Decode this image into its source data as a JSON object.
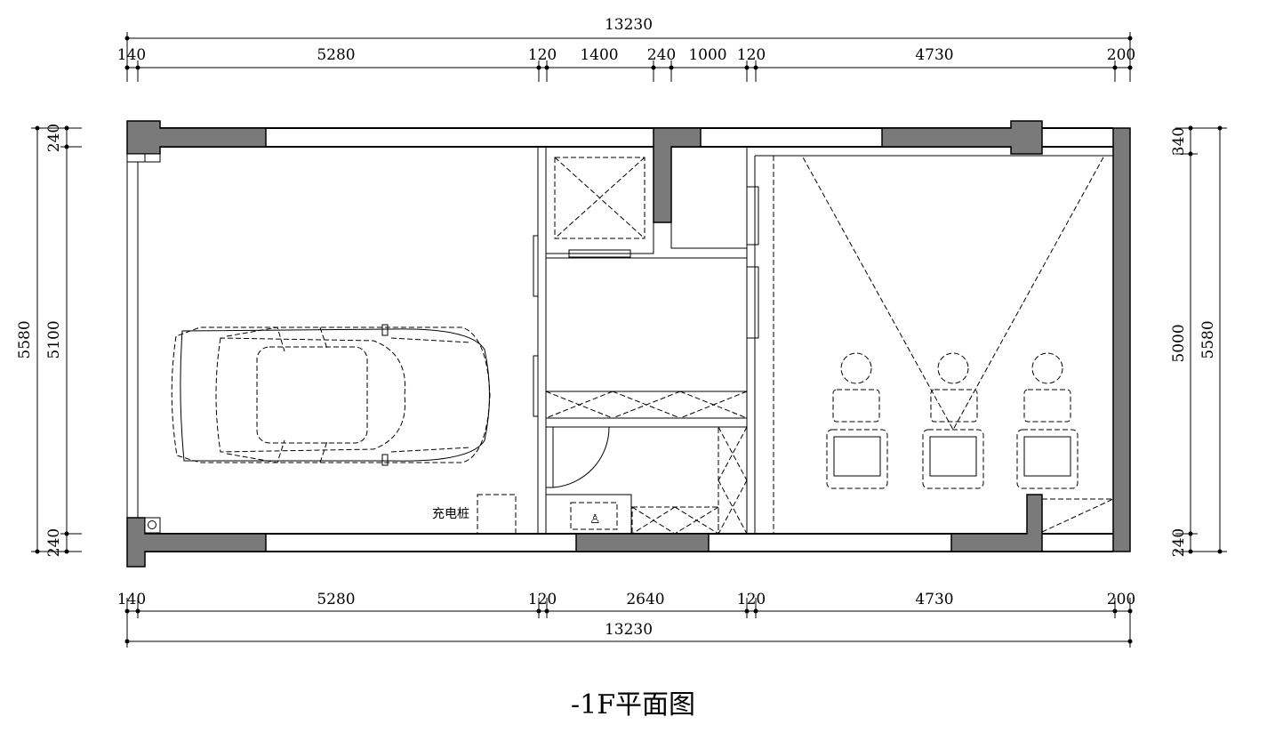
{
  "title": "-1F平面图",
  "dimensions": {
    "top_total": "13230",
    "top_segments": [
      "140",
      "5280",
      "120",
      "1400",
      "240",
      "1000",
      "120",
      "4730",
      "200"
    ],
    "bottom_segments": [
      "140",
      "5280",
      "120",
      "2640",
      "120",
      "4730",
      "200"
    ],
    "bottom_total": "13230",
    "left_total": "5580",
    "left_segments": [
      "240",
      "5100",
      "240"
    ],
    "right_total": "5580",
    "right_segments": [
      "340",
      "5000",
      "240"
    ]
  },
  "labels": {
    "charging_pile": "充电桩"
  }
}
